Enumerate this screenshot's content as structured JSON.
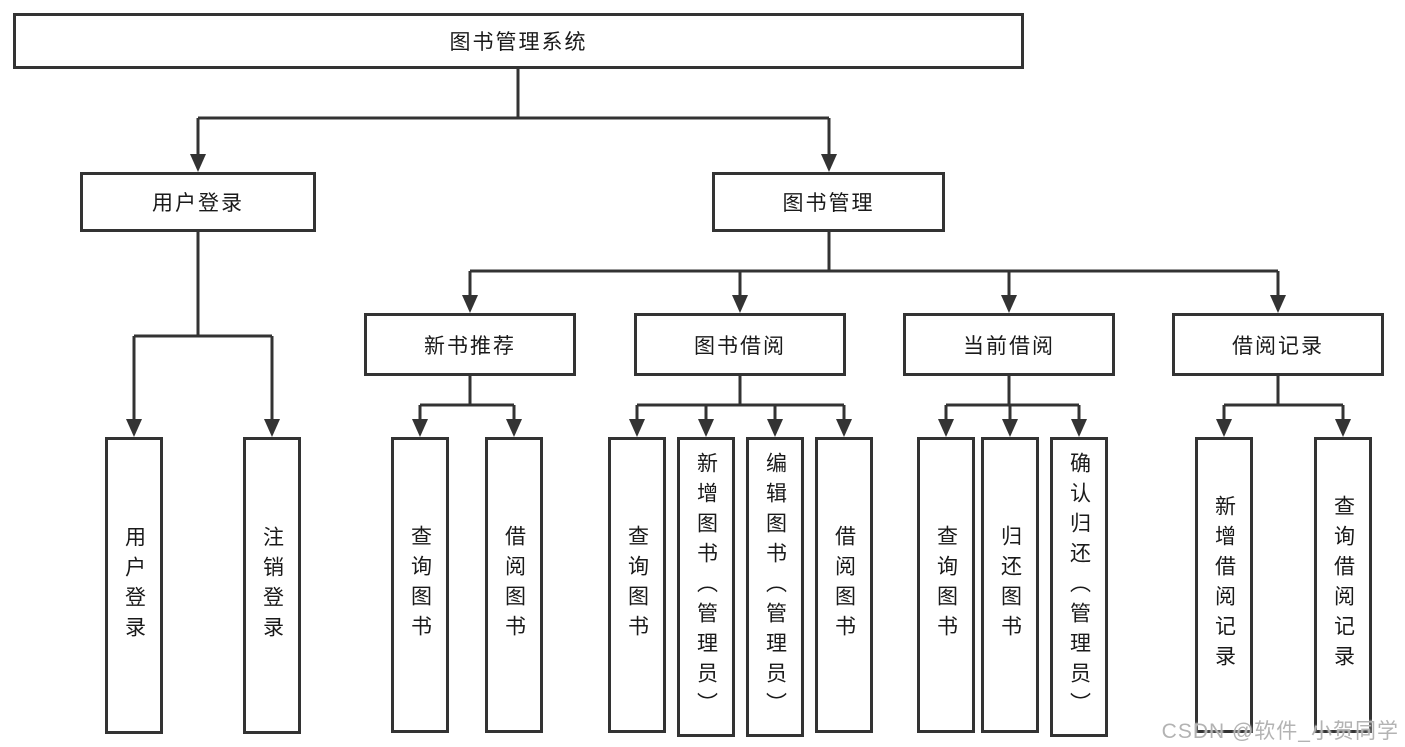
{
  "diagram": {
    "root": {
      "label": "图书管理系统"
    },
    "branches": [
      {
        "label": "用户登录",
        "children": [
          {
            "label": "用户登录"
          },
          {
            "label": "注销登录"
          }
        ]
      },
      {
        "label": "图书管理",
        "children": [
          {
            "label": "新书推荐",
            "children": [
              {
                "label": "查询图书"
              },
              {
                "label": "借阅图书"
              }
            ]
          },
          {
            "label": "图书借阅",
            "children": [
              {
                "label": "查询图书"
              },
              {
                "label": "新增图书（管理员）"
              },
              {
                "label": "编辑图书（管理员）"
              },
              {
                "label": "借阅图书"
              }
            ]
          },
          {
            "label": "当前借阅",
            "children": [
              {
                "label": "查询图书"
              },
              {
                "label": "归还图书"
              },
              {
                "label": "确认归还（管理员）"
              }
            ]
          },
          {
            "label": "借阅记录",
            "children": [
              {
                "label": "新增借阅记录"
              },
              {
                "label": "查询借阅记录"
              }
            ]
          }
        ]
      }
    ]
  },
  "watermark": {
    "text": "CSDN @软件_小贺同学"
  },
  "colors": {
    "line": "#333333",
    "box_border": "#333333",
    "text": "#1a1a1a",
    "background": "#ffffff",
    "watermark": "#b3b3b3"
  }
}
